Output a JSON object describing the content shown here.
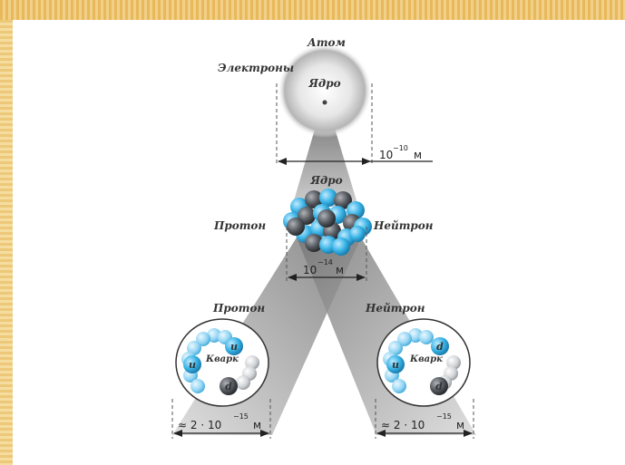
{
  "labels": {
    "atom": "Атом",
    "electrons": "Электроны",
    "nucleus_small": "Ядро",
    "nucleus": "Ядро",
    "proton": "Протон",
    "neutron": "Нейтрон",
    "proton_bottom": "Протон",
    "neutron_bottom": "Нейтрон",
    "quark_left": "Кварк",
    "quark_right": "Кварк"
  },
  "quarks": {
    "proton": [
      "u",
      "u",
      "d"
    ],
    "neutron": [
      "d",
      "u",
      "d"
    ]
  },
  "dimensions": {
    "atom": {
      "base": "10",
      "exp": "−10",
      "unit": "м"
    },
    "nucleus": {
      "base": "10",
      "exp": "−14",
      "unit": "м"
    },
    "proton": {
      "prefix": "≈ 2 · 10",
      "exp": "−15",
      "unit": "м"
    },
    "neutron": {
      "prefix": "≈ 2 · 10",
      "exp": "−15",
      "unit": "м"
    }
  },
  "colors": {
    "proton": "#3ab4e6",
    "neutron": "#555a60",
    "cone": "#9a9a9a"
  }
}
